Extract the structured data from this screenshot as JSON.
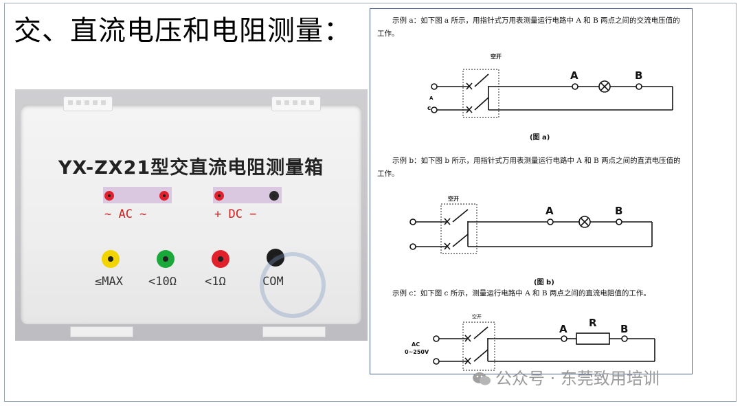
{
  "title": "交、直流电压和电阻测量：",
  "device": {
    "name": "YX-ZX21型交直流电阻测量箱",
    "ac_label": "~  AC  ~",
    "dc_label": "+  DC  −",
    "ports": [
      "≤MAX",
      "<10Ω",
      "<1Ω",
      "COM"
    ],
    "port_colors": [
      "#f2d400",
      "#1aa83b",
      "#e0202a",
      "#1c1c1c"
    ]
  },
  "doc": {
    "example_a": "示例 a：如下图 a 所示，用指针式万用表测量运行电路中 A 和 B 两点之间的交流电压值的工作。",
    "fig_a_caption": "(图 a)",
    "example_b": "示例 b：如下图 b 所示，用指针式万用表测量运行电路中 A 和 B 两点之间的直流电压值的工作。",
    "fig_b_caption": "(图 b)",
    "example_c": "示例 c：如下图 c 所示，测量运行电路中 A 和 B 两点之间的直流电阻值的工作。",
    "switch_label": "空开",
    "point_a": "A",
    "point_b": "B",
    "point_r": "R",
    "small_a": "A",
    "small_c": "c",
    "supply_ac": "AC",
    "supply_range": "0~250V"
  },
  "watermark": "公众号 · 东莞致用培训"
}
